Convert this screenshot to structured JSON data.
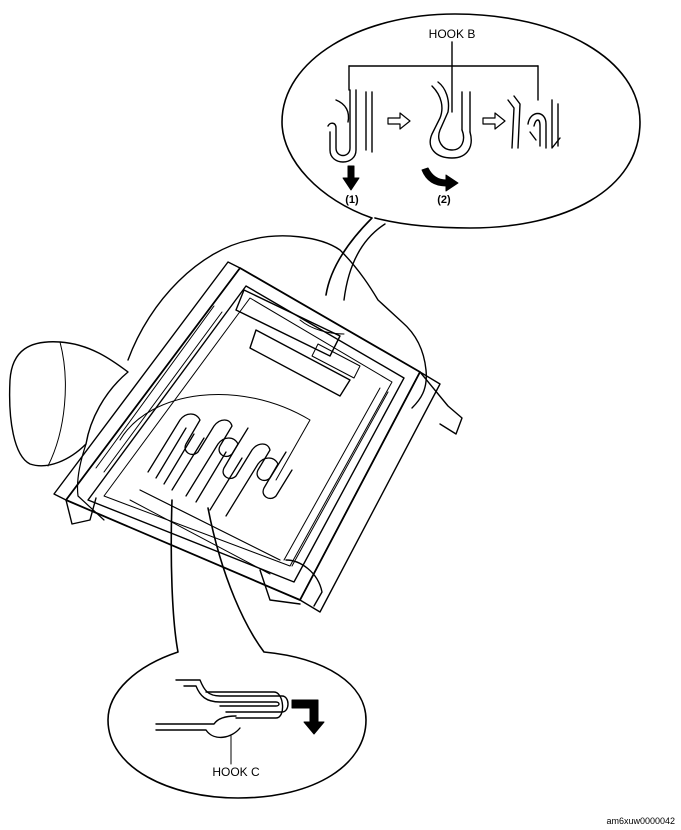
{
  "labels": {
    "hook_b": "HOOK B",
    "hook_c": "HOOK C",
    "step_1": "(1)",
    "step_2": "(2)"
  },
  "figure_code": "am6xuw0000042",
  "colors": {
    "line": "#000000",
    "background": "#ffffff"
  }
}
